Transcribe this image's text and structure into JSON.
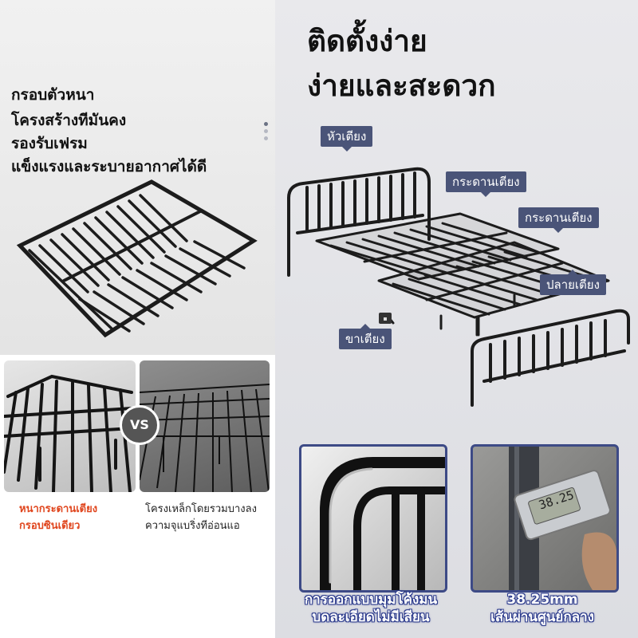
{
  "left_panel": {
    "headline_lines": [
      "กรอบตัวหนา",
      "โครงสร้างทีมันคง",
      "รองรับเฟรม",
      "แข็งแรงและระบายอากาศได้ดี"
    ],
    "comparison": {
      "vs_label": "VS",
      "left_caption": [
        "หนากระดานเตียง",
        "กรอบซินเดียว"
      ],
      "right_caption": [
        "โครงเหล็กโดยรวมบางลง",
        "ความจุแบริ่งทีอ่อนแอ"
      ]
    }
  },
  "right_panel": {
    "title_lines": [
      "ติดตั้งง่าย",
      "ง่ายและสะดวก"
    ],
    "part_labels": {
      "headboard": "หัวเตียง",
      "slat_board_1": "กระดานเตียง",
      "slat_board_2": "กระดานเตียง",
      "footboard": "ปลายเตียง",
      "bed_leg": "ขาเตียง"
    },
    "details": {
      "curve_caption": [
        "การออกแบบมุมโค้งมน",
        "บดละเอียดไม่มีเสียน"
      ],
      "caliper_reading": "38.25",
      "caliper_caption": [
        "38.25mm",
        "เส้นผ่านศูนย์กลาง"
      ]
    }
  },
  "colors": {
    "tag_background": "#4a5478",
    "highlight_red": "#e0461e",
    "detail_border": "#3d4a86",
    "metal": "#1c1c1c"
  }
}
